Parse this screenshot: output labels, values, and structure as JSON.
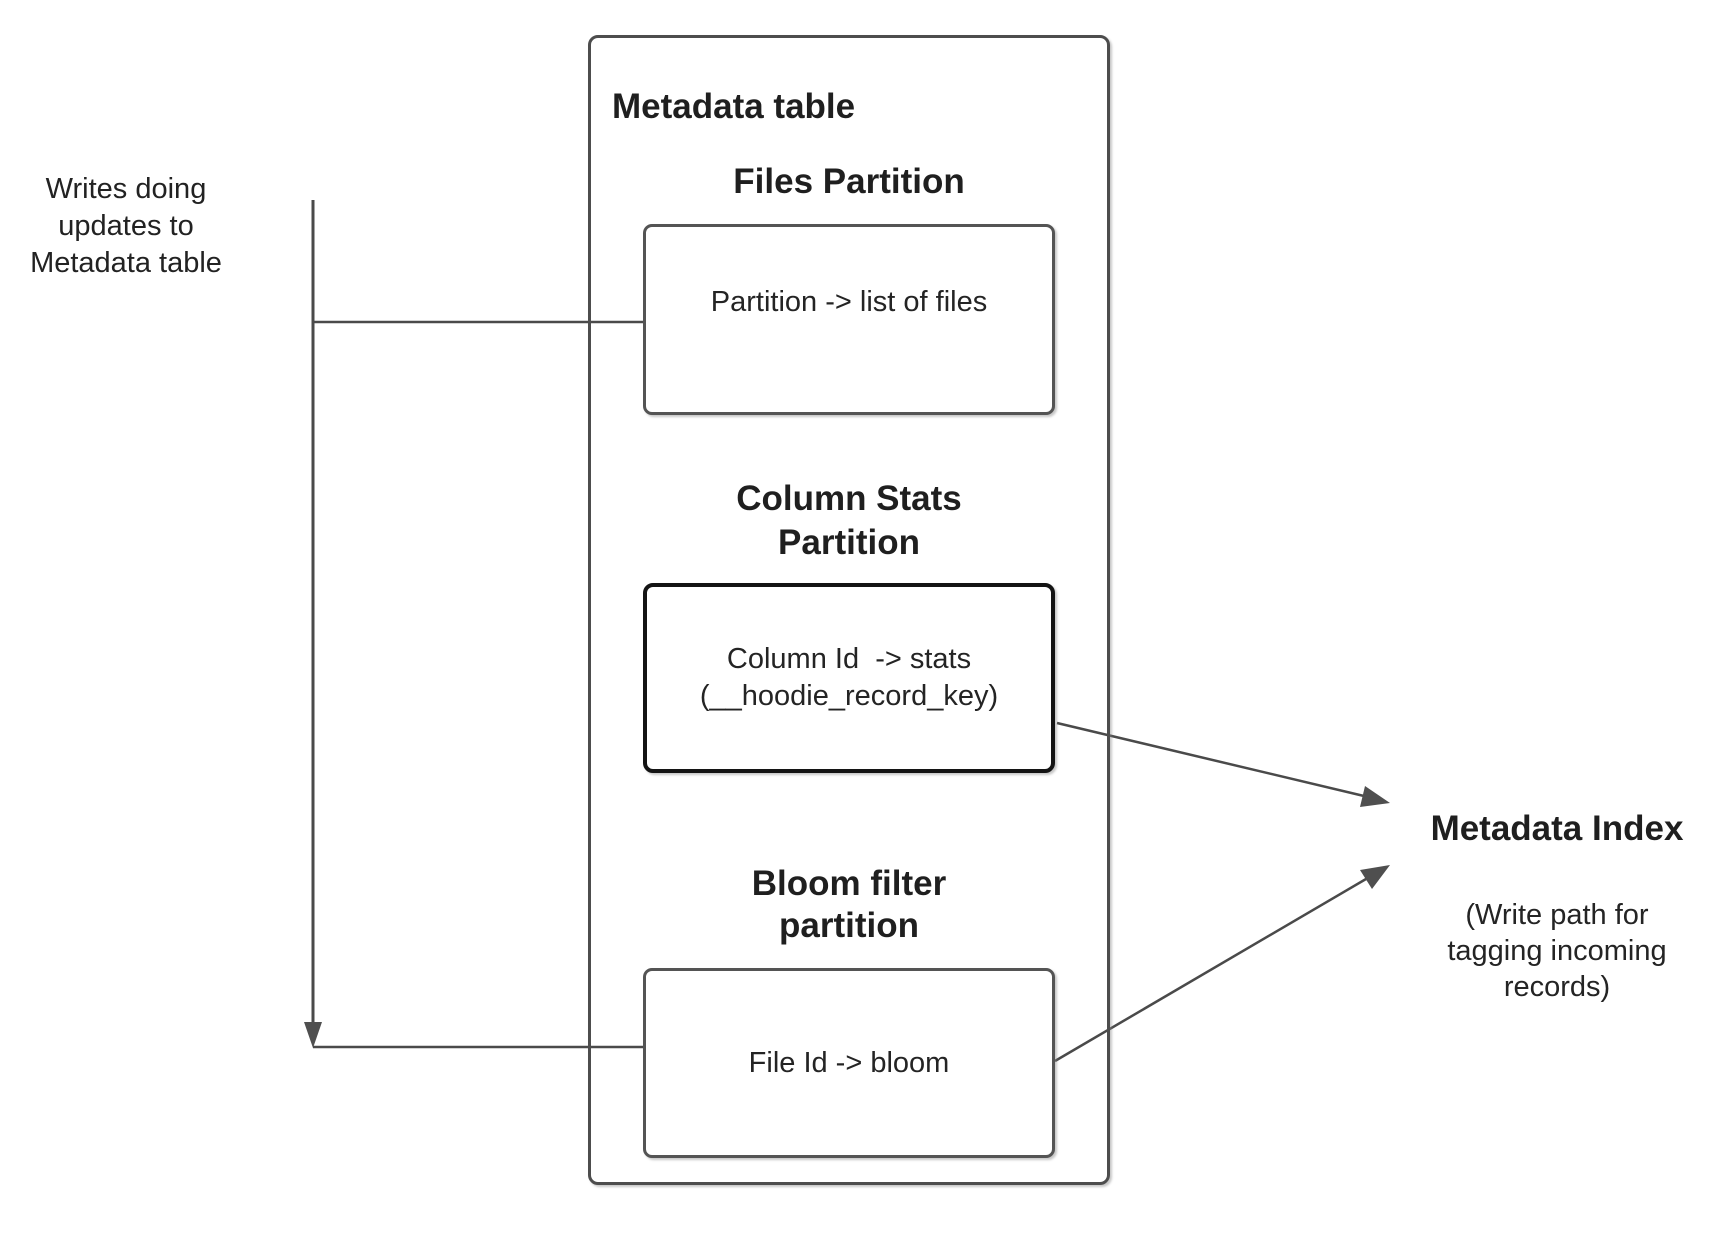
{
  "note_left": {
    "line1": "Writes doing",
    "line2": "updates to",
    "line3": "Metadata table"
  },
  "metadata_table": {
    "title": "Metadata table",
    "files_partition": {
      "heading": "Files Partition",
      "body": "Partition -> list of files"
    },
    "column_stats_partition": {
      "heading_line1": "Column Stats",
      "heading_line2": "Partition",
      "body_line1": "Column Id  -> stats",
      "body_line2": "(__hoodie_record_key)"
    },
    "bloom_partition": {
      "heading_line1": "Bloom filter",
      "heading_line2": "partition",
      "body": "File Id -> bloom"
    }
  },
  "metadata_index": {
    "title": "Metadata Index",
    "subtitle_line1": "(Write path for",
    "subtitle_line2": "tagging incoming",
    "subtitle_line3": "records)"
  },
  "colors": {
    "connector_line": "#4a4a4a",
    "arrowhead_fill": "#4f4f4f",
    "partition_box_border": "#545454",
    "outer_box_border": "#4d4d4d",
    "column_stats_box_border": "#141414",
    "text": "#222222",
    "background": "#ffffff"
  }
}
